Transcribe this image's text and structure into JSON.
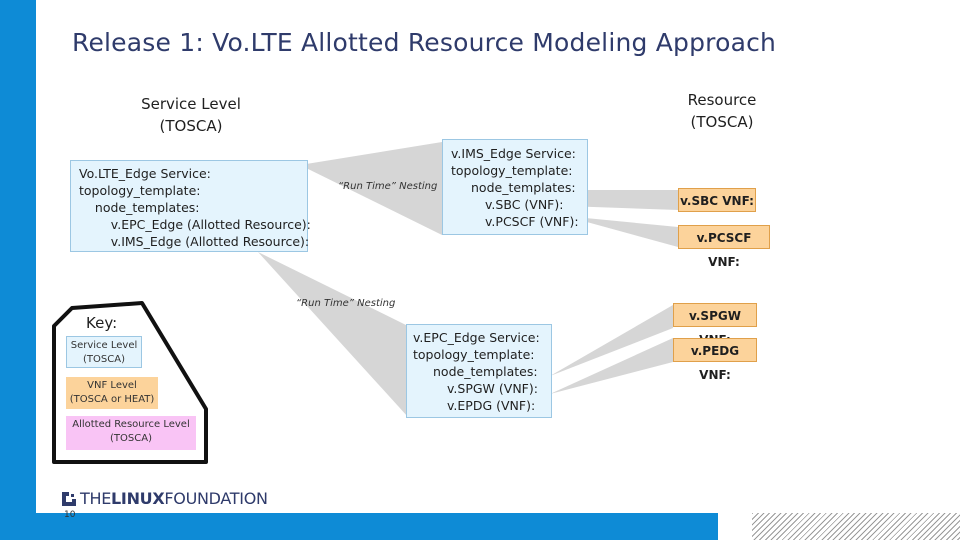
{
  "title": "Release 1: Vo.LTE Allotted Resource Modeling Approach",
  "service_level_caption": [
    "Service Level",
    "(TOSCA)"
  ],
  "resource_caption": [
    "Resource",
    "(TOSCA)"
  ],
  "volte_box": {
    "lines": [
      "Vo.LTE_Edge Service:",
      "topology_template:",
      "    node_templates:",
      "        v.EPC_Edge (Allotted Resource):",
      "        v.IMS_Edge (Allotted Resource):"
    ]
  },
  "ims_box": {
    "lines": [
      "v.IMS_Edge Service:",
      "topology_template:",
      "node_templates:",
      "v.SBC (VNF):",
      "v.PCSCF (VNF):"
    ]
  },
  "epc_box": {
    "lines": [
      "v.EPC_Edge Service:",
      "topology_template:",
      "node_templates:",
      "v.SPGW (VNF):",
      "v.EPDG (VNF):"
    ]
  },
  "nesting_notes": [
    "“Run Time” Nesting",
    "“Run Time” Nesting"
  ],
  "vnfs": [
    "v.SBC VNF:",
    "v.PCSCF VNF:",
    "v.SPGW VNF:",
    "v.PEDG VNF:"
  ],
  "key": {
    "title": "Key:",
    "service": [
      "Service Level",
      "(TOSCA)"
    ],
    "vnf": [
      "VNF Level",
      "(TOSCA or HEAT)"
    ],
    "allotted": [
      "Allotted Resource Level",
      "(TOSCA)"
    ]
  },
  "logo": {
    "the": "THE",
    "linux": "LINUX",
    "foundation": "FOUNDATION"
  },
  "page_number": "10",
  "colors": {
    "accent_blue": "#0e8bd6",
    "service_fill": "#e4f4fd",
    "vnf_fill": "#fcd39b",
    "allotted_fill": "#f9c4f5",
    "connector_grey": "#d6d6d6"
  }
}
